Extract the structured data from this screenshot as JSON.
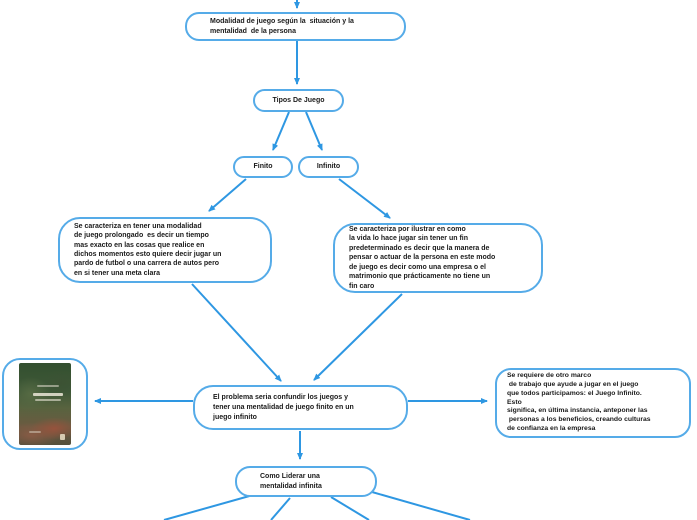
{
  "app": {
    "title": "Concept map: Modalidad de juego"
  },
  "colors": {
    "connector": "#2e97e2",
    "node_border": "#55abe8",
    "text": "#1a1a1a",
    "background": "#ffffff"
  },
  "nodes": {
    "modalidad": {
      "text": "Modalidad de juego según la  situación y la\nmentalidad  de la persona"
    },
    "tipos": {
      "text": "Tipos De Juego"
    },
    "finito": {
      "text": "Finito"
    },
    "infinito": {
      "text": "Infinito"
    },
    "finito_desc": {
      "text": "Se caracteriza en tener una modalidad\nde juego prolongado  es decir un tiempo\nmas exacto en las cosas que realice en\ndichos momentos esto quiere decir jugar un\npardo de futbol o una carrera de autos pero\nen si tener una meta clara"
    },
    "infinito_desc": {
      "text": "Se caracteriza por ilustrar en como\nla vida lo hace jugar sin tener un fin\npredeterminado es decir que la manera de\npensar o actuar de la persona en este modo\nde juego es decir como una empresa o el\nmatrimonio que prácticamente no tiene un\nfin caro"
    },
    "problema": {
      "text": "El problema seria confundir los juegos y\ntener una mentalidad de juego finito en un\njuego infinito"
    },
    "requiere": {
      "text": "Se requiere de otro marco\n de trabajo que ayude a jugar en el juego\nque todos participamos: el Juego Infinito.\nEsto\nsignifica, en última instancia, anteponer las\n personas a los beneficios, creando culturas\nde confianza en la empresa"
    },
    "como_liderar": {
      "text": "Como Liderar una\nmentalidad infinita"
    },
    "book": {
      "image": "book-cover-image"
    }
  }
}
